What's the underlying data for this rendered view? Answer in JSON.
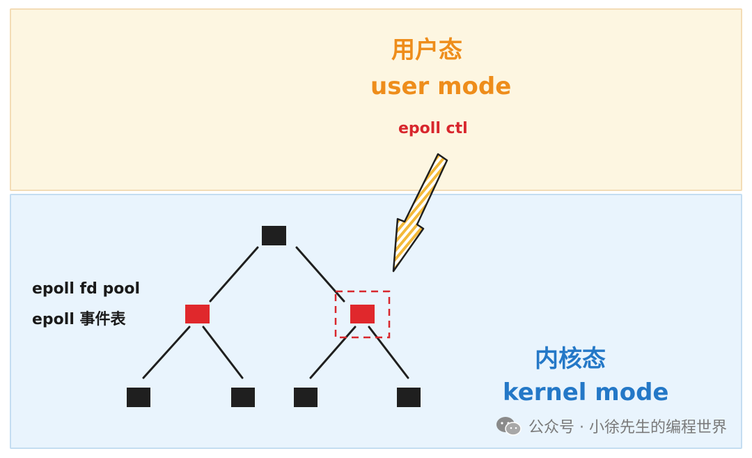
{
  "user_zone": {
    "title_zh": "用户态",
    "title_en": "user mode"
  },
  "kernel_zone": {
    "title_zh": "内核态",
    "title_en": "kernel mode"
  },
  "arrow_label": "epoll ctl",
  "pool_label": {
    "line1": "epoll fd pool",
    "line2": "epoll 事件表"
  },
  "watermark": {
    "text": "公众号 · 小徐先生的编程世界",
    "icon": "wechat-icon"
  },
  "tree": {
    "nodes": [
      {
        "id": "root",
        "color": "#1f1f1f"
      },
      {
        "id": "left",
        "color": "#e0282c"
      },
      {
        "id": "right",
        "color": "#e0282c",
        "highlighted": true
      },
      {
        "id": "left-left",
        "color": "#1f1f1f"
      },
      {
        "id": "left-right",
        "color": "#1f1f1f"
      },
      {
        "id": "right-left",
        "color": "#1f1f1f"
      },
      {
        "id": "right-right",
        "color": "#1f1f1f"
      }
    ],
    "edges": [
      [
        "root",
        "left"
      ],
      [
        "root",
        "right"
      ],
      [
        "left",
        "left-left"
      ],
      [
        "left",
        "left-right"
      ],
      [
        "right",
        "right-left"
      ],
      [
        "right",
        "right-right"
      ]
    ]
  },
  "colors": {
    "user_accent": "#ee8d1b",
    "kernel_accent": "#2478c7",
    "highlight": "#d8272d",
    "arrow_fill": "#f3b93a"
  }
}
